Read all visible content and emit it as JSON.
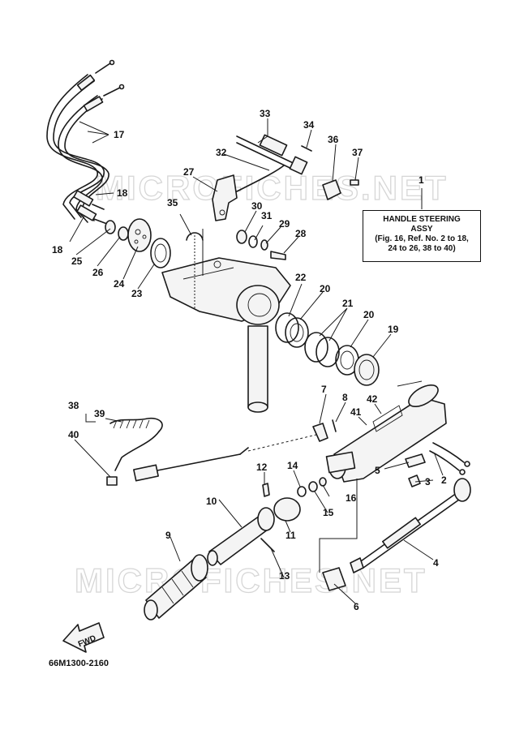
{
  "watermark": "MICROFICHES.NET",
  "assembly_box": {
    "line1": "HANDLE STEERING",
    "line2": "ASSY",
    "line3": "(Fig. 16, Ref. No. 2 to 18,",
    "line4": "24 to 26, 38 to 40)"
  },
  "fwd_label": "FWD",
  "drawing_code": "66M1300-2160",
  "callouts": [
    "1",
    "2",
    "3",
    "4",
    "5",
    "6",
    "7",
    "8",
    "9",
    "10",
    "11",
    "12",
    "13",
    "14",
    "15",
    "16",
    "17",
    "18",
    "18",
    "19",
    "20",
    "20",
    "21",
    "22",
    "23",
    "24",
    "25",
    "26",
    "27",
    "28",
    "29",
    "30",
    "31",
    "32",
    "33",
    "34",
    "35",
    "36",
    "37",
    "38",
    "39",
    "40",
    "41",
    "42"
  ]
}
